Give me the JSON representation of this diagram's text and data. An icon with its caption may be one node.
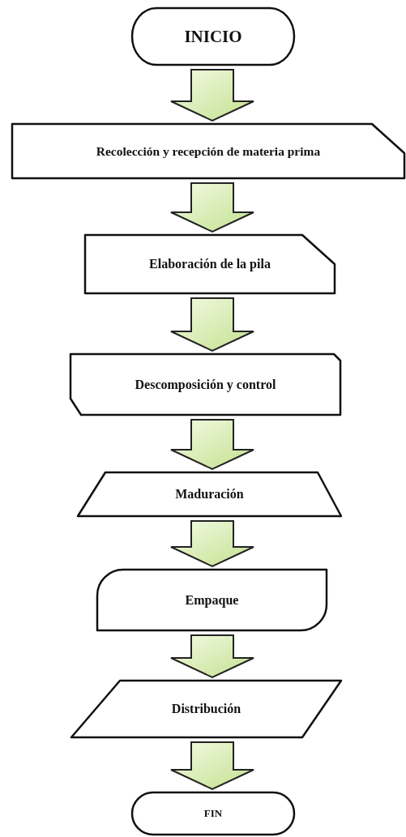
{
  "diagram": {
    "nodes": [
      {
        "text": [
          "INICIO"
        ]
      },
      {
        "text": [
          "Recolección y recepción de materia prima"
        ]
      },
      {
        "text": [
          "Elaboración de la pila"
        ]
      },
      {
        "text": [
          "Descomposición y control"
        ]
      },
      {
        "text": [
          "Maduración"
        ]
      },
      {
        "text": [
          "Empaque"
        ]
      },
      {
        "text": [
          "Distribución"
        ]
      },
      {
        "text": [
          "FIN"
        ]
      }
    ],
    "edges": [
      {
        "from": 0,
        "to": 1,
        "arrow": "to"
      },
      {
        "from": 1,
        "to": 2,
        "arrow": "to"
      },
      {
        "from": 2,
        "to": 3,
        "arrow": "to"
      },
      {
        "from": 3,
        "to": 4,
        "arrow": "to"
      },
      {
        "from": 4,
        "to": 5,
        "arrow": "to"
      },
      {
        "from": 5,
        "to": 6,
        "arrow": "to"
      },
      {
        "from": 6,
        "to": 7,
        "arrow": "to"
      }
    ]
  }
}
